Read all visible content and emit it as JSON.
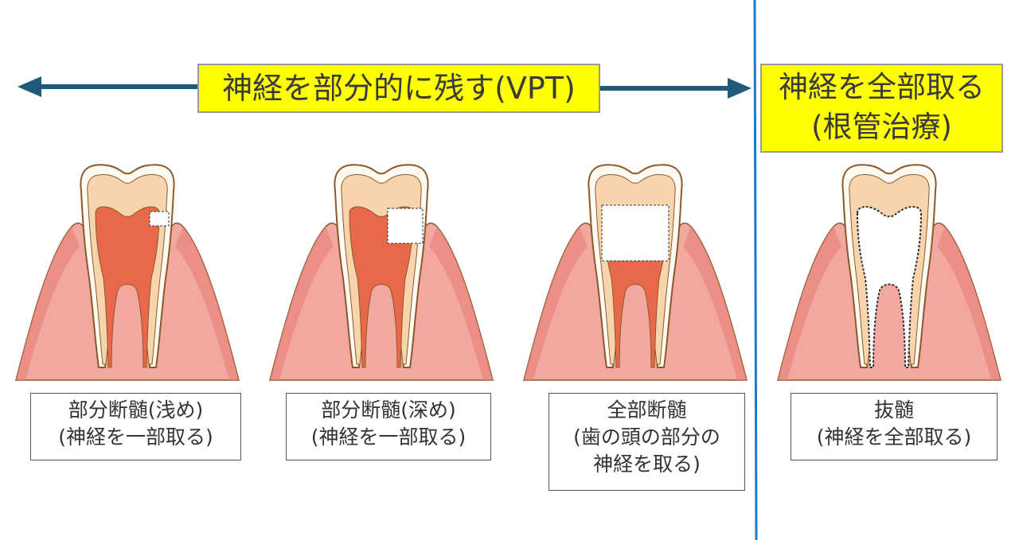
{
  "banners": {
    "vpt": "神経を部分的に残す(VPT)",
    "root_canal_line1": "神経を全部取る",
    "root_canal_line2": "(根管治療)"
  },
  "captions": [
    {
      "line1": "部分断髄(浅め)",
      "line2": "(神経を一部取る)"
    },
    {
      "line1": "部分断髄(深め)",
      "line2": "(神経を一部取る)"
    },
    {
      "line1": "全部断髄",
      "line2": "(歯の頭の部分の",
      "line3": "神経を取る)"
    },
    {
      "line1": "抜髄",
      "line2": "(神経を全部取る)"
    }
  ],
  "colors": {
    "arrow": "#1f5a78",
    "divider": "#1f78c8",
    "banner": "#ffff00",
    "gum": "#f2a8a0",
    "gum_inner": "#e77f77",
    "bone": "#f5f0cf",
    "enamel": "#fffbf2",
    "dentin": "#f8d4ac",
    "pulp": "#e8684a",
    "outline": "#8a5a2a"
  }
}
